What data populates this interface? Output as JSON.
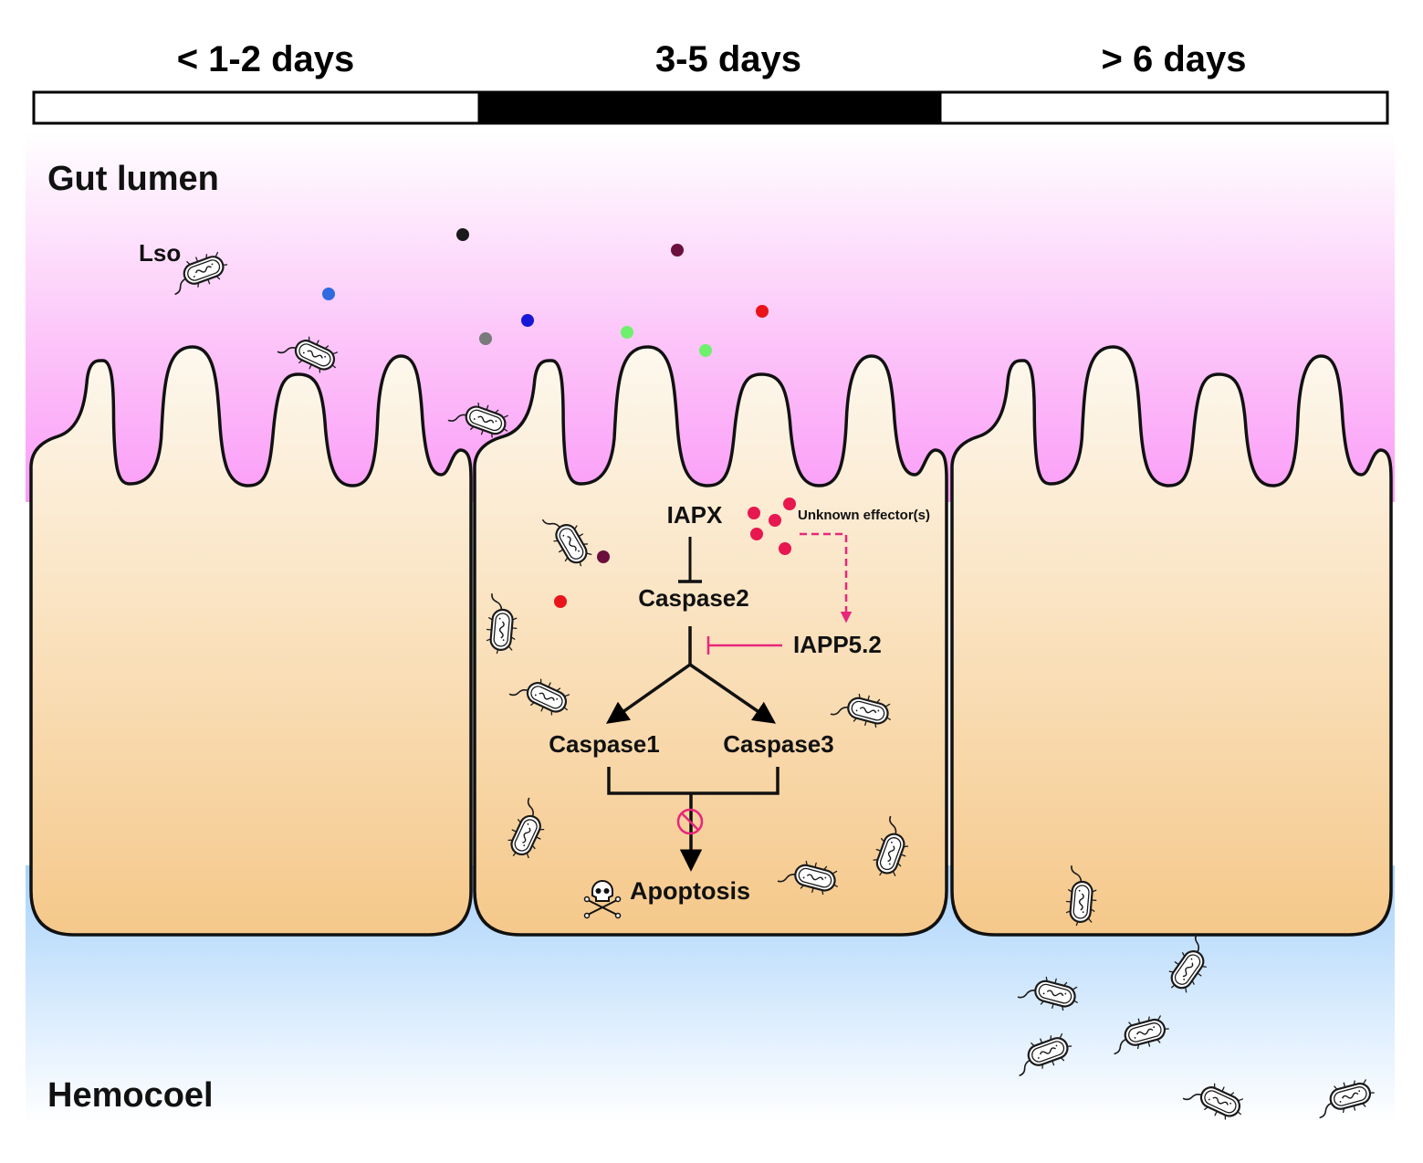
{
  "timeline": {
    "phases": [
      {
        "label": "< 1-2 days",
        "fill": "#ffffff"
      },
      {
        "label": "3-5 days",
        "fill": "#000000"
      },
      {
        "label": "> 6 days",
        "fill": "#ffffff"
      }
    ]
  },
  "regions": {
    "lumen_label": "Gut lumen",
    "hemocoel_label": "Hemocoel"
  },
  "bacteria_label": "Lso",
  "pathway": {
    "iapx": "IAPX",
    "caspase2": "Caspase2",
    "iapp": "IAPP5.2",
    "caspase1": "Caspase1",
    "caspase3": "Caspase3",
    "apoptosis": "Apoptosis",
    "effectors": "Unknown effector(s)"
  },
  "colors": {
    "lumen": "#fb9df7",
    "cell_top": "#fdf6ea",
    "cell_bottom": "#f5c88a",
    "hemocoel": "#a9d3fb",
    "inhibition_magenta": "#e8267b",
    "effector_dot": "#e8174f"
  },
  "icons": {
    "bacterium": "bacterium-icon",
    "skull": "skull-crossbones-icon",
    "block": "prohibition-icon"
  }
}
